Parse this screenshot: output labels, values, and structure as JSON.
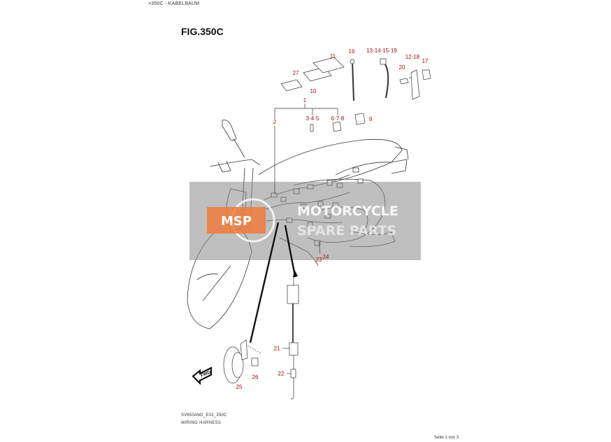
{
  "breadcrumb": ">350C - KABELBAUM",
  "figure_title": "FIG.350C",
  "drawing_code": "SV650AM2_E02_350C",
  "drawing_subtitle": "WIRING HARNESS",
  "page_indicator": "Seite 1 von 3",
  "watermark": {
    "line1": "MOTORCYCLE",
    "line2": "SPARE PARTS",
    "badge": "MSP"
  },
  "colors": {
    "callout": "#a01010",
    "line": "#333333",
    "watermark_band": "#8a8a8a",
    "badge": "#f07a3a"
  },
  "callouts": {
    "c1": "1",
    "c2": "2",
    "c3": "3·4·5",
    "c6": "6·7·8",
    "c9": "9",
    "c10": "10",
    "c11": "11",
    "c12": "12·18",
    "c13": "13·14·15·19",
    "c16": "16",
    "c17": "17",
    "c20": "20",
    "c21": "21",
    "c22": "22",
    "c23": "23",
    "c24": "24",
    "c25": "25",
    "c26": "26",
    "c27": "27"
  },
  "fwd_label": "FWD"
}
